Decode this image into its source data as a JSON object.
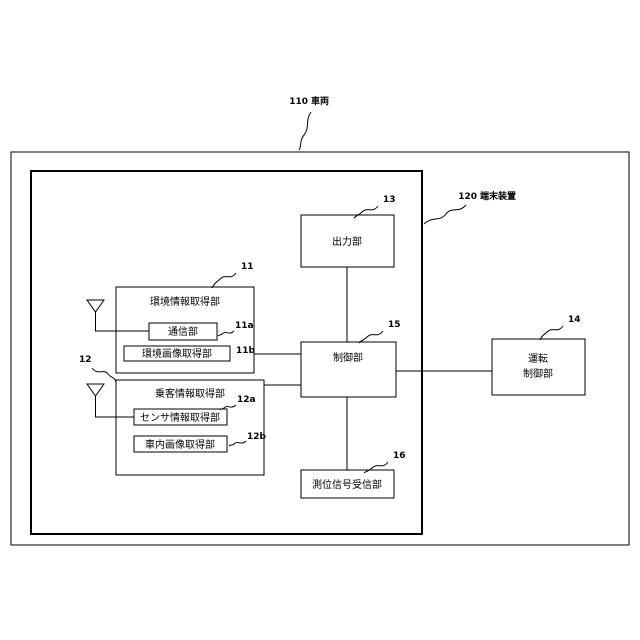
{
  "vehicle": {
    "ref": "110",
    "label": "車両"
  },
  "terminal": {
    "ref": "120",
    "label": "端末装置"
  },
  "output": {
    "ref": "13",
    "label": "出力部"
  },
  "drive_control": {
    "ref": "14",
    "label_line1": "運転",
    "label_line2": "制御部"
  },
  "control": {
    "ref": "15",
    "label": "制御部"
  },
  "positioning": {
    "ref": "16",
    "label": "測位信号受信部"
  },
  "env_info": {
    "ref": "11",
    "label": "環境情報取得部"
  },
  "comm": {
    "ref": "11a",
    "label": "通信部"
  },
  "env_image": {
    "ref": "11b",
    "label": "環境画像取得部"
  },
  "passenger_info": {
    "ref": "12",
    "label": "乗客情報取得部"
  },
  "sensor_info": {
    "ref": "12a",
    "label": "センサ情報取得部"
  },
  "cabin_image": {
    "ref": "12b",
    "label": "車内画像取得部"
  }
}
